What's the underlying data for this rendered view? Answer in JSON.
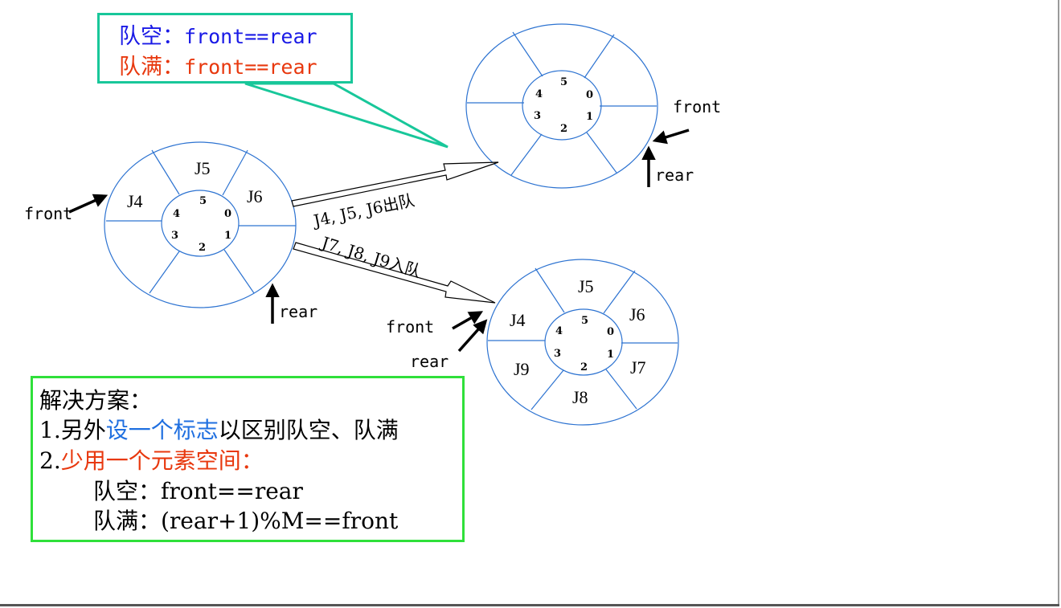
{
  "callout": {
    "empty_label": "队空：",
    "empty_cond": "front==rear",
    "full_label": "队满：",
    "full_cond": "front==rear"
  },
  "queues": [
    {
      "id": "left",
      "cells": [
        "J4",
        "J5",
        "J6"
      ],
      "indices": [
        "5",
        "0",
        "1",
        "2",
        "3",
        "4"
      ],
      "front_label": "front",
      "rear_label": "rear"
    },
    {
      "id": "top-right",
      "cells": [],
      "indices": [
        "5",
        "0",
        "1",
        "2",
        "3",
        "4"
      ],
      "front_label": "front",
      "rear_label": "rear"
    },
    {
      "id": "bottom-right",
      "cells": [
        "J5",
        "J6",
        "J7",
        "J8",
        "J9",
        "J4"
      ],
      "indices": [
        "5",
        "0",
        "1",
        "2",
        "3",
        "4"
      ],
      "front_label": "front",
      "rear_label": "rear"
    }
  ],
  "transitions": {
    "dequeue": "J4, J5, J6出队",
    "enqueue": "J7, J8, J9入队"
  },
  "solution": {
    "heading": "解决方案：",
    "item1_prefix": "1.另外",
    "item1_highlight": "设一个标志",
    "item1_suffix": "以区别队空、队满",
    "item2_num": "2.",
    "item2_text": "少用一个元素空间：",
    "rule_empty": "队空：front==rear",
    "rule_full": "队满：(rear+1)%M==front"
  },
  "colors": {
    "ring": "#2d73d1",
    "callout_border": "#18c79a",
    "solution_border": "#2fe03a",
    "empty_text": "#1a1ae6",
    "full_text": "#e8380e",
    "highlight_blue": "#1f6fe0",
    "highlight_red": "#e8380e"
  }
}
